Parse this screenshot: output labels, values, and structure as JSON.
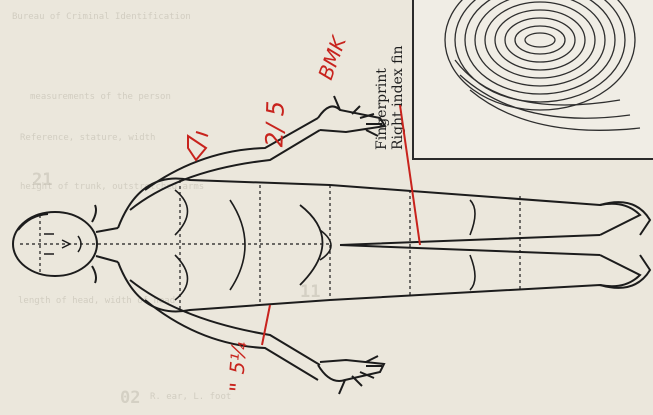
{
  "fingerprint": {
    "line1": "Fingerprint",
    "line2": "Right index fin"
  },
  "annotations": {
    "top_mark": "2/ 5",
    "mark_label": "BMK",
    "left_mark": "5¼",
    "left_quote": "\""
  },
  "ghost_text": {
    "l1": "Bureau of Criminal Identification",
    "l2": "measurements of the person",
    "l3": "Reference, stature, width",
    "l4": "height of trunk, outstretched arms",
    "l5": "length of head, width of head",
    "l6": "R. ear, L. foot",
    "num1": "21",
    "num2": "11",
    "num3": "02"
  },
  "colors": {
    "ink": "#1c1c1c",
    "red_pencil": "#c8231d",
    "paper": "#ebe7dc"
  }
}
